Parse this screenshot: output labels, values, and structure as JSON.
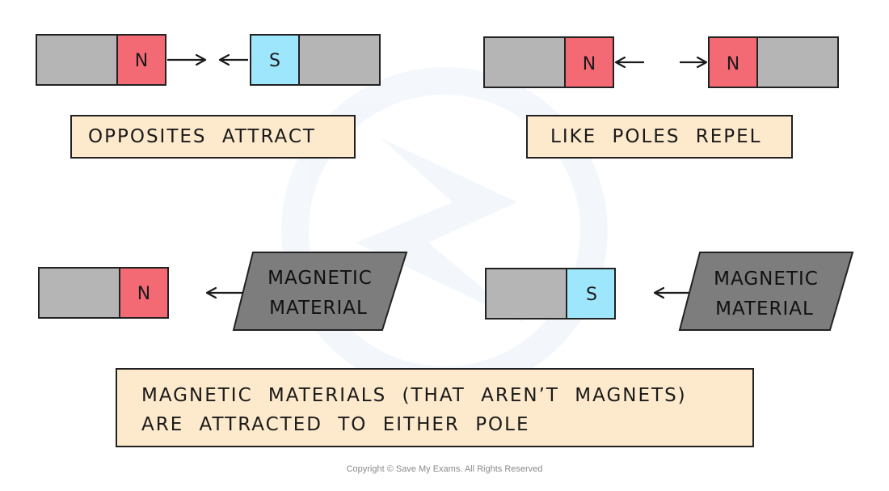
{
  "colors": {
    "magnet_body": "#b5b5b5",
    "north_pole": "#f46a74",
    "south_pole": "#9ee6fb",
    "material": "#7d7d7d",
    "label_bg": "#fde9cc"
  },
  "panels": {
    "attract": {
      "left_pole": "N",
      "right_pole": "S",
      "caption": "OPPOSITES ATTRACT"
    },
    "repel": {
      "left_pole": "N",
      "right_pole": "N",
      "caption": "LIKE POLES REPEL"
    },
    "material_north": {
      "pole": "N",
      "material_line1": "MAGNETIC",
      "material_line2": "MATERIAL"
    },
    "material_south": {
      "pole": "S",
      "material_line1": "MAGNETIC",
      "material_line2": "MATERIAL"
    }
  },
  "summary": {
    "line1": "MAGNETIC MATERIALS (THAT AREN’T MAGNETS)",
    "line2": "ARE ATTRACTED TO EITHER POLE"
  },
  "copyright": "Copyright © Save My Exams. All Rights Reserved"
}
